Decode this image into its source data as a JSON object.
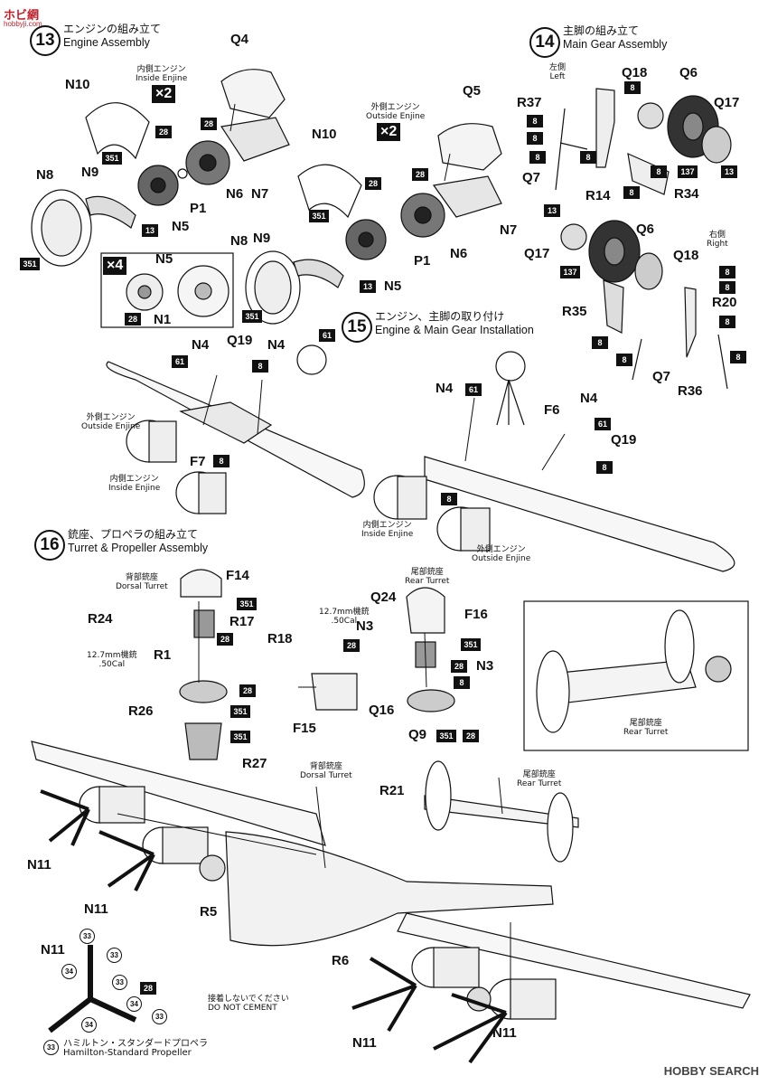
{
  "watermark": {
    "logo": "ホビ網",
    "sub": "hobbyji.com"
  },
  "footer": {
    "text": "HOBBY SEARCH"
  },
  "steps": [
    {
      "num": "13",
      "jp": "エンジンの組み立て",
      "en": "Engine Assembly"
    },
    {
      "num": "14",
      "jp": "主脚の組み立て",
      "en": "Main Gear Assembly"
    },
    {
      "num": "15",
      "jp": "エンジン、主脚の取り付け",
      "en": "Engine & Main Gear Installation"
    },
    {
      "num": "16",
      "jp": "銃座、プロペラの組み立て",
      "en": "Turret & Propeller Assembly"
    }
  ],
  "notes": {
    "inside_engine": {
      "jp": "内側エンジン",
      "en": "Inside Enjine"
    },
    "outside_engine": {
      "jp": "外側エンジン",
      "en": "Outside Enjine"
    },
    "left": {
      "jp": "左側",
      "en": "Left"
    },
    "right": {
      "jp": "右側",
      "en": "Right"
    },
    "dorsal": {
      "jp": "背部銃座",
      "en": "Dorsal Turret"
    },
    "rear": {
      "jp": "尾部銃座",
      "en": "Rear Turret"
    },
    "mg": {
      "jp": "12.7mm機銃",
      "en": ".50Cal"
    },
    "cement": {
      "jp": "接着しないでください",
      "en": "DO NOT CEMENT"
    },
    "propeller": {
      "jp": "ハミルトン・スタンダードプロペラ",
      "en": "Hamilton-Standard Propeller"
    }
  },
  "multipliers": {
    "x2": "×2",
    "x4": "×4"
  },
  "parts": {
    "N10": "N10",
    "N9": "N9",
    "N8": "N8",
    "N5": "N5",
    "N6": "N6",
    "N7": "N7",
    "P1": "P1",
    "N1": "N1",
    "Q4": "Q4",
    "Q5": "Q5",
    "Q6": "Q6",
    "Q7": "Q7",
    "Q17": "Q17",
    "Q18": "Q18",
    "Q19": "Q19",
    "R37": "R37",
    "R14": "R14",
    "R34": "R34",
    "R35": "R35",
    "R20": "R20",
    "R36": "R36",
    "N4": "N4",
    "F6": "F6",
    "F7": "F7",
    "F14": "F14",
    "R24": "R24",
    "R17": "R17",
    "R1": "R1",
    "R18": "R18",
    "R26": "R26",
    "R27": "R27",
    "Q24": "Q24",
    "F16": "F16",
    "N3": "N3",
    "F15": "F15",
    "Q16": "Q16",
    "Q9": "Q9",
    "R21": "R21",
    "R5": "R5",
    "R6": "R6",
    "N11": "N11"
  },
  "colors": {
    "c8": "8",
    "c13": "13",
    "c28": "28",
    "c33": "33",
    "c34": "34",
    "c61": "61",
    "c137": "137",
    "c351": "351"
  }
}
